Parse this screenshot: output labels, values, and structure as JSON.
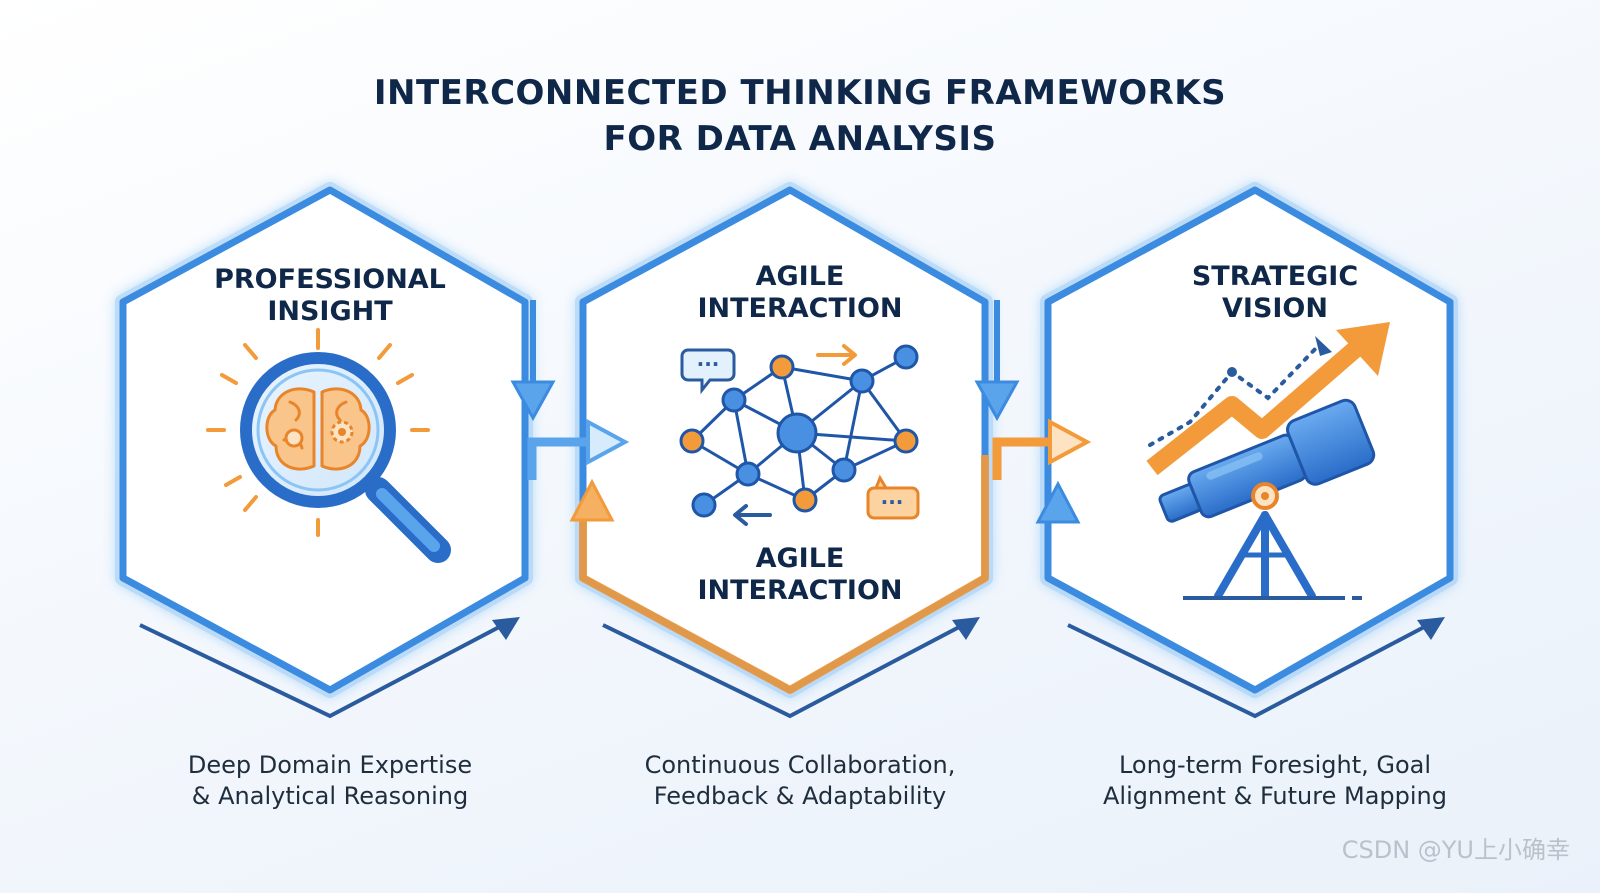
{
  "title_line_1": "INTERCONNECTED THINKING FRAMEWORKS",
  "title_line_2": "FOR DATA ANALYSIS",
  "panels": [
    {
      "heading_line_1": "PROFESSIONAL",
      "heading_line_2": "INSIGHT",
      "icon": "magnifier-brain-icon",
      "caption_line_1": "Deep Domain Expertise",
      "caption_line_2": "& Analytical Reasoning"
    },
    {
      "heading_line_1": "AGILE",
      "heading_line_2": "INTERACTION",
      "sub_heading_line_1": "AGILE",
      "sub_heading_line_2": "INTERACTION",
      "icon": "network-icon",
      "chat_dots": "···",
      "caption_line_1": "Continuous Collaboration,",
      "caption_line_2": "Feedback & Adaptability"
    },
    {
      "heading_line_1": "STRATEGIC",
      "heading_line_2": "VISION",
      "icon": "telescope-icon",
      "caption_line_1": "Long-term Foresight, Goal",
      "caption_line_2": "Alignment & Future Mapping"
    }
  ],
  "watermark": "CSDN @YU上小确幸",
  "colors": {
    "title": "#0f2748",
    "blue": "#3b8be0",
    "blue_light": "#8cc4f5",
    "orange": "#f39a3a",
    "dark_blue": "#2a5b9e"
  }
}
